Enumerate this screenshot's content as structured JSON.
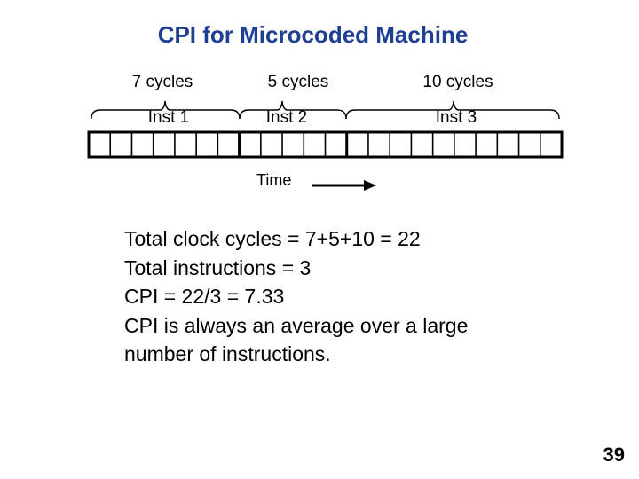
{
  "slide": {
    "title": "CPI for Microcoded Machine",
    "time_label": "Time",
    "slide_number": "39"
  },
  "instructions": [
    {
      "name": "Inst 1",
      "cycles_label": "7 cycles",
      "cycles": 7
    },
    {
      "name": "Inst 2",
      "cycles_label": "5 cycles",
      "cycles": 5
    },
    {
      "name": "Inst 3",
      "cycles_label": "10 cycles",
      "cycles": 10
    }
  ],
  "body_lines": [
    "Total clock cycles = 7+5+10 = 22",
    "Total instructions = 3",
    "CPI = 22/3 = 7.33",
    "CPI is always an average over a large",
    "number of instructions."
  ]
}
